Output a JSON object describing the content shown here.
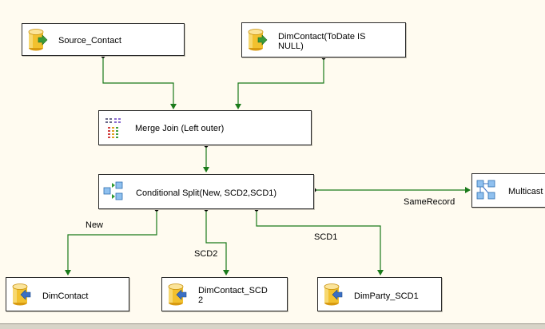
{
  "nodes": {
    "source_contact": "Source_Contact",
    "dim_contact_todate": "DimContact(ToDate IS\nNULL)",
    "merge_join": "Merge Join (Left outer)",
    "conditional_split": "Conditional Split(New, SCD2,SCD1)",
    "multicast": "Multicast",
    "dim_contact": "DimContact",
    "dim_contact_scd2": "DimContact_SCD\n2",
    "dim_party_scd1": "DimParty_SCD1"
  },
  "path_labels": {
    "new": "New",
    "scd2": "SCD2",
    "scd1": "SCD1",
    "same_record": "SameRecord"
  },
  "colors": {
    "background": "#fffbf0",
    "flow_line": "#1a7a1a",
    "cylinder": "#f2c12e",
    "source_arrow": "#3a9a3a",
    "destination_arrow": "#3a6fc4"
  },
  "icons": {
    "source": "ole-db-source-icon",
    "merge_join": "merge-join-icon",
    "conditional_split": "conditional-split-icon",
    "multicast": "multicast-icon",
    "destination": "ole-db-destination-icon"
  }
}
